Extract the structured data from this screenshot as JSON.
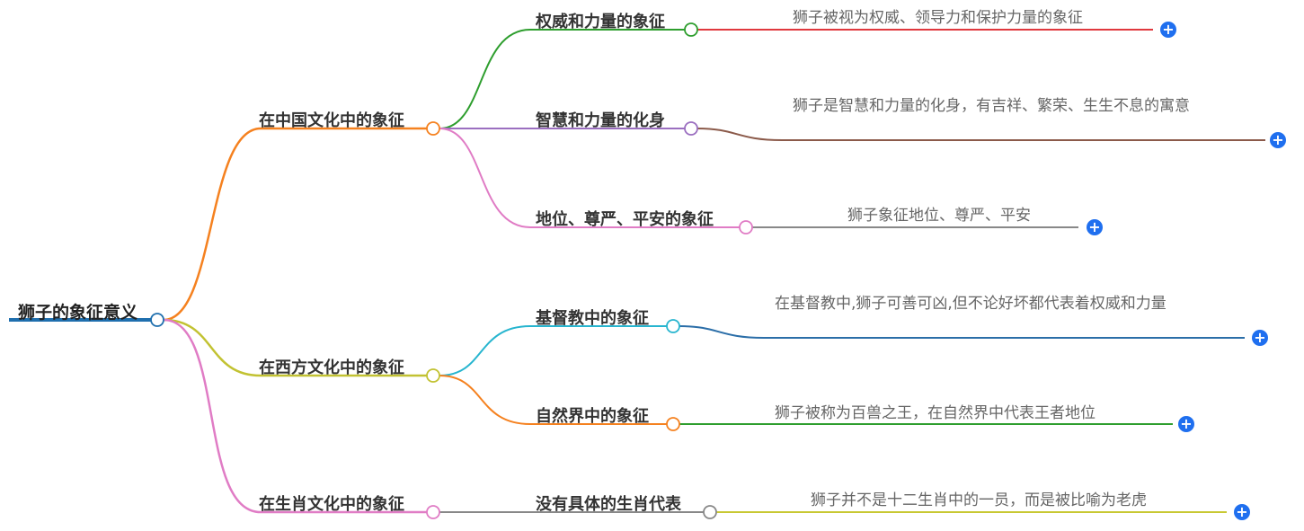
{
  "root": {
    "label": "狮子的象征意义"
  },
  "branches": [
    {
      "label": "在中国文化中的象征",
      "children": [
        {
          "label": "权威和力量的象征",
          "leaf": "狮子被视为权威、领导力和保护力量的象征"
        },
        {
          "label": "智慧和力量的化身",
          "leaf": "狮子是智慧和力量的化身，有吉祥、繁荣、生生不息的寓意"
        },
        {
          "label": "地位、尊严、平安的象征",
          "leaf": "狮子象征地位、尊严、平安"
        }
      ]
    },
    {
      "label": "在西方文化中的象征",
      "children": [
        {
          "label": "基督教中的象征",
          "leaf": "在基督教中,狮子可善可凶,但不论好坏都代表着权威和力量"
        },
        {
          "label": "自然界中的象征",
          "leaf": "狮子被称为百兽之王，在自然界中代表王者地位"
        }
      ]
    },
    {
      "label": "在生肖文化中的象征",
      "children": [
        {
          "label": "没有具体的生肖代表",
          "leaf": "狮子并不是十二生肖中的一员，而是被比喻为老虎"
        }
      ]
    }
  ],
  "expand_symbol": "+",
  "colors": {
    "root": "#1f6fae",
    "accent_plus": "#1f6fef"
  }
}
